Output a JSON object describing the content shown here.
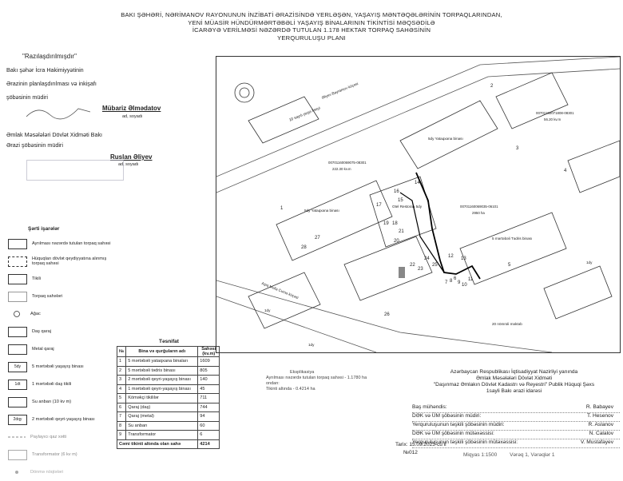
{
  "header": {
    "title_lines": [
      "BAKI ŞƏHƏRİ, NƏRİMANOV RAYONUNUN İNZİBATİ ƏRAZİSİNDƏ YERLƏŞƏN, YAŞAYIŞ MƏNTƏQƏLƏRİNİN TORPAQLARINDAN,",
      "YENİ MÜASİR HÜNDÜRMƏRTƏBƏLİ YAŞAYIŞ BİNALARININ TİKİNTİSİ MƏQSƏDİLƏ",
      "İCARƏYƏ VERİLMƏSİ NƏZƏRDƏ TUTULAN 1.178 hektar TORPAQ SAHƏSİNİN",
      "YERQURULUŞU PLANI"
    ]
  },
  "approval": {
    "quote": "\"Razılaşdırılmışdır\"",
    "line1": "Bakı şəhər İcra Hakimiyyətinin",
    "line2": "Ərazinin planlaşdırılması və inkişafı",
    "line3": "şöbəsinin müdiri",
    "signer1": "Mübariz Əlmədatov",
    "signer1_cap": "ad, soyadı",
    "line4": "Əmlak Məsələləri Dövlət Xidməti Bakı",
    "line5": "Ərazi şöbəsinin müdiri",
    "signer2": "Ruslan Əliyev",
    "signer2_cap": "ad, soyadı"
  },
  "legend": {
    "title": "Şərti işarələr",
    "items": [
      {
        "sym": "",
        "text": "Ayrılması nəzərdə tutulan torpaq sahəsi"
      },
      {
        "sym": "",
        "text": "Hüquqları dövlət qeydiyyatına alınmış torpaq sahəsi"
      },
      {
        "sym": "",
        "text": "Tikili"
      },
      {
        "sym": "",
        "text": "Torpaq sahələri"
      },
      {
        "sym": "",
        "text": "Ağac"
      },
      {
        "sym": "",
        "text": "Daş qaraj"
      },
      {
        "sym": "",
        "text": "Metal qaraj"
      },
      {
        "sym": "5dy",
        "text": "5 mərtəbəli yaşayış binası"
      },
      {
        "sym": "1dt",
        "text": "1 mərtəbəli daş tikili"
      },
      {
        "sym": "",
        "text": "Su anbarı (10 kv m)"
      },
      {
        "sym": "2dqy",
        "text": "2 mərtəbəli qeyri-yaşayış binası"
      },
      {
        "sym": "",
        "text": "Paylayıcı qaz xətti"
      },
      {
        "sym": "",
        "text": "Transformator (6 kv m)"
      },
      {
        "sym": "",
        "text": "Dönmə nöqtələri"
      }
    ]
  },
  "table": {
    "title": "Təsnifat",
    "headers": [
      "№",
      "Bina və qurğuların adı",
      "Sahəsi (kv.m)"
    ],
    "rows": [
      [
        "1",
        "5 mərtəbəli yataqxana binaları",
        "1609"
      ],
      [
        "2",
        "5 mərtəbəli tədris binası",
        "805"
      ],
      [
        "3",
        "2 mərtəbəli qeyri-yaşayış binası",
        "140"
      ],
      [
        "4",
        "1 mərtəbəli qeyri-yaşayış binası",
        "45"
      ],
      [
        "5",
        "Köməkçi tikililər",
        "711"
      ],
      [
        "6",
        "Qaraj (daş)",
        "744"
      ],
      [
        "7",
        "Qaraj (metal)",
        "94"
      ],
      [
        "8",
        "Su anbarı",
        "60"
      ],
      [
        "9",
        "Transformator",
        "6"
      ]
    ],
    "total_label": "Cəmi tikinti altında olan sahə",
    "total_value": "4214"
  },
  "explanation": {
    "head": "Eksplikasiya",
    "line1": "Ayrılması nəzərdə tutulan torpaq sahəsi - 1.1780 ha",
    "line2": "ondan:",
    "line3": "Tikinti altında - 0.4214 ha"
  },
  "map": {
    "road1": "Əliyev Bayramov küçəsi",
    "road2": "Aşıq Molla Cuma küçəsi",
    "labels": [
      "10 sayılı peşə liseyi",
      "5dy Yataqxana binası",
      "5dy Yataqxana binası",
      "Otel Restoran 5dy",
      "5 mərtəbəli Tədris binası",
      "1dy",
      "1dy",
      "1dy",
      "20 nömrəli məktəb"
    ],
    "cadastre": [
      "00701160069075-08301",
      "00701160069035-06101",
      "00701160071808-08301"
    ],
    "areas": [
      "222.30 kv.m",
      "2950 ha",
      "56.20 kv.m"
    ],
    "points": [
      "1",
      "2",
      "3",
      "4",
      "5",
      "6",
      "7",
      "8",
      "9",
      "10",
      "11",
      "12",
      "13",
      "14",
      "15",
      "16",
      "17",
      "18",
      "19",
      "20",
      "21",
      "22",
      "23",
      "24",
      "25",
      "26",
      "27",
      "28"
    ]
  },
  "info": {
    "line1": "Azərbaycan Respublikası İqtisadiyyat Nazirliyi yanında",
    "line2": "Əmlak Məsələləri Dövlət Xidməti",
    "line3": "\"Daşınmaz Əmlakın Dövlət Kadastrı və Reyestri\" Publik Hüquqi Şəxs",
    "line4": "1sayli Bakı ərazi idarəsi",
    "rows": [
      [
        "Baş mühəndis:",
        "R. Babayev"
      ],
      [
        "DƏK və ÜM şöbəsinin müdiri:",
        "T. Hesenov"
      ],
      [
        "Yerquruluşunun təşkili şöbəsinin müdiri:",
        "R. Aslanov"
      ],
      [
        "DƏK və ÜM şöbəsinin mütəxəssisi:",
        "N. Calalov"
      ],
      [
        "Yerquruluşunun təşkili şöbəsinin mütəxəssisi:",
        "V. Mustafayev"
      ]
    ],
    "date": "Tarix: 15.09.2023-cü il",
    "number": "№012",
    "scale": "Miqyas 1:1500",
    "sheet": "Vərəq 1, Vərəqlər 1"
  }
}
